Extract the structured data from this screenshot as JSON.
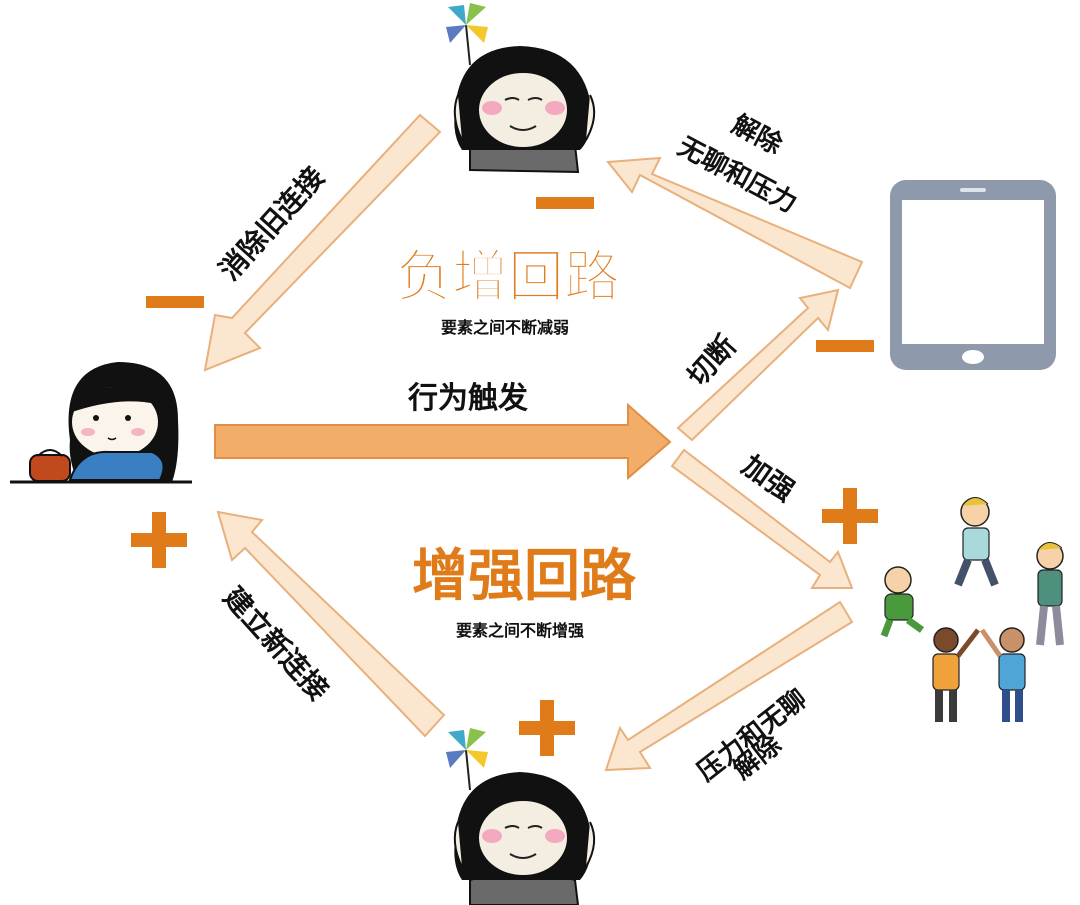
{
  "colors": {
    "arrow_fill": "#fbe6cf",
    "arrow_stroke": "#e8b07c",
    "main_arrow": "#f2ad69",
    "accent_orange": "#e07b1a",
    "title_orange": "#e07b1a",
    "tablet_gray": "#8e99ab"
  },
  "negative_loop": {
    "title": "负增回路",
    "subtitle": "要素之间不断减弱"
  },
  "positive_loop": {
    "title": "增强回路",
    "subtitle": "要素之间不断增强"
  },
  "labels": {
    "remove_old_link": "消除旧连接",
    "relieve_boredom_pressure_line1": "解除",
    "relieve_boredom_pressure_line2": "无聊和压力",
    "cut_off": "切断",
    "behavior_trigger": "行为触发",
    "strengthen": "加强",
    "pressure_boredom_line1": "压力和无聊",
    "pressure_boredom_line2": "解除",
    "build_new_link": "建立新连接"
  },
  "signs": {
    "minus": "—",
    "plus": "+"
  },
  "icons": {
    "top_character": "meme-face-icon",
    "bottom_character": "meme-face-icon",
    "girl": "girl-character-icon",
    "tablet": "tablet-icon",
    "friends": "friends-group-icon",
    "pinwheel": "pinwheel-icon"
  }
}
